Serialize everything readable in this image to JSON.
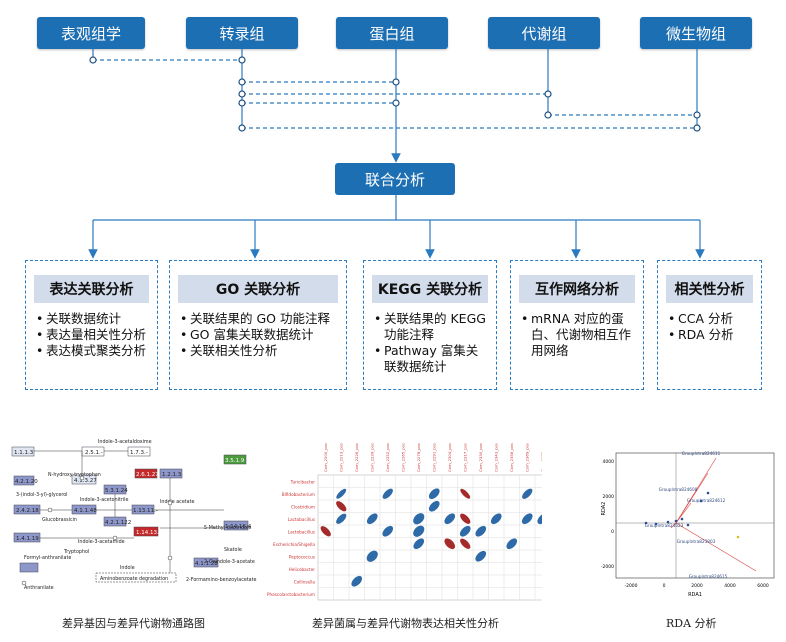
{
  "omics": [
    "表观组学",
    "转录组",
    "蛋白组",
    "代谢组",
    "微生物组"
  ],
  "joint_label": "联合分析",
  "panels": [
    {
      "title": "表达关联分析",
      "items": [
        "关联数据统计",
        "表达量相关性分析",
        "表达模式聚类分析"
      ]
    },
    {
      "title": "GO 关联分析",
      "items": [
        "关联结果的 GO 功能注释",
        "GO 富集关联数据统计",
        "关联相关性分析"
      ]
    },
    {
      "title": "KEGG 关联分析",
      "items": [
        "关联结果的 KEGG 功能注释",
        "Pathway 富集关联数据统计"
      ]
    },
    {
      "title": "互作网络分析",
      "items": [
        "mRNA 对应的蛋白、代谢物相互作用网络"
      ]
    },
    {
      "title": "相关性分析",
      "items": [
        "CCA 分析",
        "RDA 分析"
      ]
    }
  ],
  "pathway": {
    "ec": [
      "1.1.1.3",
      "2.5.1.-",
      "1.7.3.-",
      "4.2.1.20",
      "4.1.3.27",
      "2.4.2.18",
      "4.1.1.48",
      "5.3.1.24",
      "4.2.1.122",
      "1.4.1.19",
      "1.13.11.-",
      "1.14.13.-",
      "2.6.1.27",
      "1.2.1.3",
      "3.5.1.9",
      "1.14.16.4",
      "4.1.1.28"
    ],
    "compounds": [
      "N-hydroxy-tryptophan",
      "Indole-3-acetaldoxime",
      "3-(indol-3-yl)-glycerol",
      "Indole-3-acetonitrile",
      "Indole-3-acetamide",
      "Glucobrassicin",
      "Anthranilate",
      "Formyl-anthranilate",
      "Tryptophol",
      "Indole",
      "Indole acetate",
      "5-Methyl-dioxindole",
      "Skatole",
      "2-Formamino-benzoylacetate",
      "2-Oxindole-3-acetate",
      "Aminobenzoate degradation"
    ]
  },
  "heatmap": {
    "rows": [
      "Turicibacter",
      "Bifidobacterium",
      "Clostridium",
      "Lactobacillus",
      "Lactobacillus_2",
      "Escherichia/Shigella",
      "Peptococcus",
      "Helicobacter",
      "Collinsella",
      "Phascolarctobacterium"
    ],
    "col_count": 16,
    "scale": [
      "1",
      "0.8",
      "0.6",
      "0.4",
      "0.2",
      "0",
      "-0.2",
      "-0.4",
      "-0.6",
      "-0.8",
      "-1"
    ],
    "cells": [
      [
        1,
        1,
        0.8
      ],
      [
        1,
        4,
        0.7
      ],
      [
        1,
        7,
        0.6
      ],
      [
        1,
        9,
        -0.8
      ],
      [
        1,
        13,
        0.7
      ],
      [
        1,
        15,
        0.6
      ],
      [
        2,
        1,
        -0.7
      ],
      [
        2,
        7,
        0.6
      ],
      [
        3,
        1,
        0.7
      ],
      [
        3,
        3,
        0.6
      ],
      [
        3,
        6,
        0.5
      ],
      [
        3,
        8,
        0.6
      ],
      [
        3,
        9,
        -0.7
      ],
      [
        3,
        11,
        0.6
      ],
      [
        3,
        13,
        0.6
      ],
      [
        3,
        14,
        0.6
      ],
      [
        4,
        0,
        -0.7
      ],
      [
        4,
        4,
        0.6
      ],
      [
        4,
        6,
        0.5
      ],
      [
        4,
        9,
        0.6
      ],
      [
        4,
        10,
        0.6
      ],
      [
        4,
        15,
        0.5
      ],
      [
        5,
        6,
        0.6
      ],
      [
        5,
        8,
        -0.6
      ],
      [
        5,
        9,
        -0.7
      ],
      [
        5,
        12,
        0.6
      ],
      [
        6,
        3,
        0.5
      ],
      [
        6,
        10,
        0.6
      ],
      [
        8,
        2,
        0.6
      ]
    ]
  },
  "rda": {
    "xlabel": "RDA1",
    "ylabel": "RDA2",
    "xticks": [
      "-2000",
      "0",
      "2000",
      "4000",
      "6000"
    ],
    "yticks": [
      "4000",
      "2000",
      "0",
      "-2000"
    ],
    "labels": [
      "GroupIntra824611",
      "GroupIntra824608",
      "GroupIntra824612",
      "GroupIntra824623",
      "GroupIntra823803",
      "GroupIntra824615"
    ]
  },
  "captions": [
    "差异基因与差异代谢物通路图",
    "差异菌属与差异代谢物表达相关性分析",
    "RDA 分析"
  ]
}
